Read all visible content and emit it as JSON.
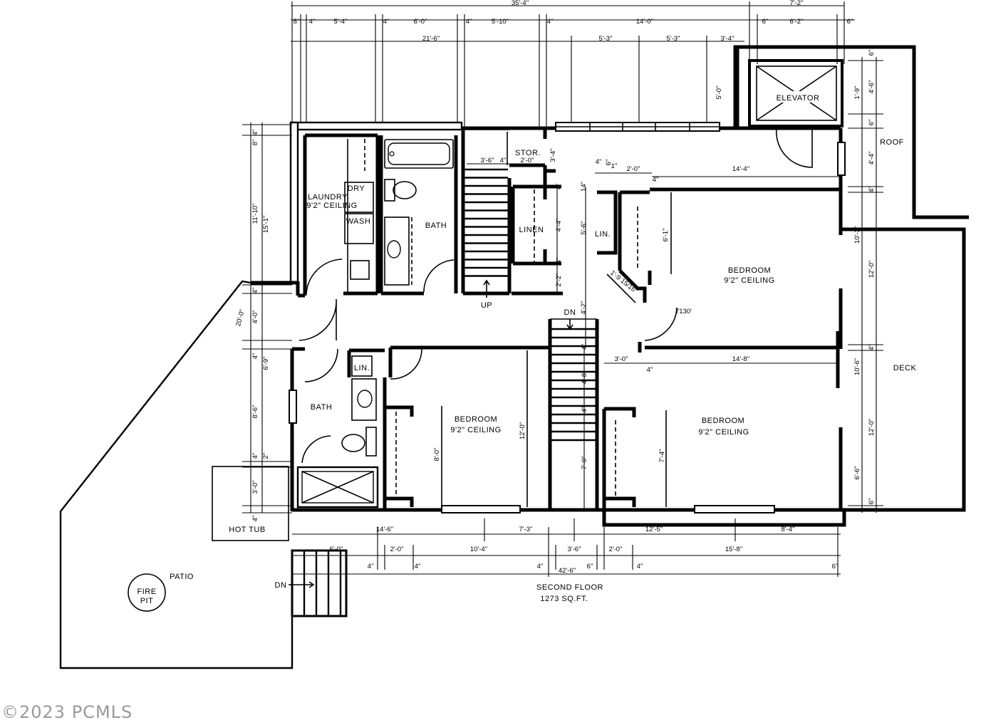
{
  "rooms": {
    "laundry": "LAUNDRY",
    "laundry_ceiling": "9'2\" CEILING",
    "dryer": "DRY",
    "wash": "WASH",
    "bath_upper": "BATH",
    "storage": "STOR.",
    "linen_main": "LINEN",
    "linen_small": "LIN.",
    "elevator": "ELEVATOR",
    "roof": "ROOF",
    "bedroom_east": "BEDROOM",
    "bedroom_east_ceiling": "9'2\" CEILING",
    "bedroom_se": "BEDROOM",
    "bedroom_se_ceiling": "9'2\" CEILING",
    "bedroom_sw": "BEDROOM",
    "bedroom_sw_ceiling": "9'2\" CEILING",
    "bath_lower": "BATH",
    "lin_lower": "LIN.",
    "deck": "DECK",
    "hot_tub": "HOT TUB",
    "patio": "PATIO",
    "fire_pit_1": "FIRE",
    "fire_pit_2": "PIT",
    "up": "UP",
    "dn_stair": "DN",
    "dn_patio": "DN",
    "door_tag": "7130'"
  },
  "title": {
    "floor": "SECOND FLOOR",
    "area": "1273 SQ.FT."
  },
  "dims_top": {
    "overall": "35'-4\"",
    "elevator_width": "7'-2\"",
    "row1": [
      "8\"",
      "4\"",
      "5'-4\"",
      "4\"",
      "6'-0\"",
      "4\"",
      "5'-10\"",
      "4\"",
      "14'-0\"",
      "6\"",
      "6'-2\"",
      "6\""
    ],
    "row2": [
      "21'-6\"",
      "5'-3\"",
      "5'-3\"",
      "3'-4\""
    ]
  },
  "dims_interior": {
    "stair_stor": "3'-6\"",
    "stor_4": "4\"",
    "stor_w": "2'-0\"",
    "stor_side": "3'-4\"",
    "lin_top_w": "2'-0\"",
    "lin_14a": "1\"",
    "lin_14b": "4\"",
    "lin_6": "6\"",
    "lin_4": "4\"",
    "hall_w": "14'-4\"",
    "lin_14": "14\"",
    "linen_h": "4'-4\"",
    "linen_4a": "4\"",
    "linen_4b": "4\"",
    "lin_56": "5'-6\"",
    "closet_61": "6'-1\"",
    "hall_22": "2'-2\"",
    "hall_42": "4'-2\"",
    "angle": "1'-9 15/16\"",
    "bed_s_w": "14'-8\"",
    "door_30": "3'-0\"",
    "door_4": "4\"",
    "stair_48": "4'-8\"",
    "stair_4": "4\"",
    "stair_70": "7'-0\"",
    "stair_4b": "4\"",
    "closet_74": "7'-4\"",
    "bed_sw_h": "12'-0\"",
    "closet_80": "8'-0\"",
    "elev_5": "5'-0\""
  },
  "dims_left": [
    "4\"",
    "8\"",
    "11'-10\"",
    "15'-1\"",
    "4\"",
    "4'-0\"",
    "4\"",
    "6'-9\"",
    "8'-6\"",
    "4\"",
    "2\"",
    "3'-0\"",
    "4\"",
    "20'-0\""
  ],
  "dims_right": [
    "6\"",
    "4'-6\"",
    "1'-9\"",
    "6\"",
    "4'-4\"",
    "4\"",
    "10'-3\"",
    "12'-0\"",
    "4\"",
    "10'-6\"",
    "12'-0\"",
    "6'-6\"",
    "6\""
  ],
  "dims_bottom": {
    "row1": [
      "14'-6\"",
      "7'-3\"",
      "12'-5\"",
      "8'-4\""
    ],
    "row2": [
      "6'-0\"",
      "2'-0\"",
      "10'-4\"",
      "3'-6\"",
      "2'-0\"",
      "15'-8\""
    ],
    "row3": [
      "4\"",
      "4\"",
      "4\"",
      "6\"",
      "4\"",
      "6\""
    ],
    "overall": "42'-6\""
  },
  "copyright": "©2023 PCMLS"
}
